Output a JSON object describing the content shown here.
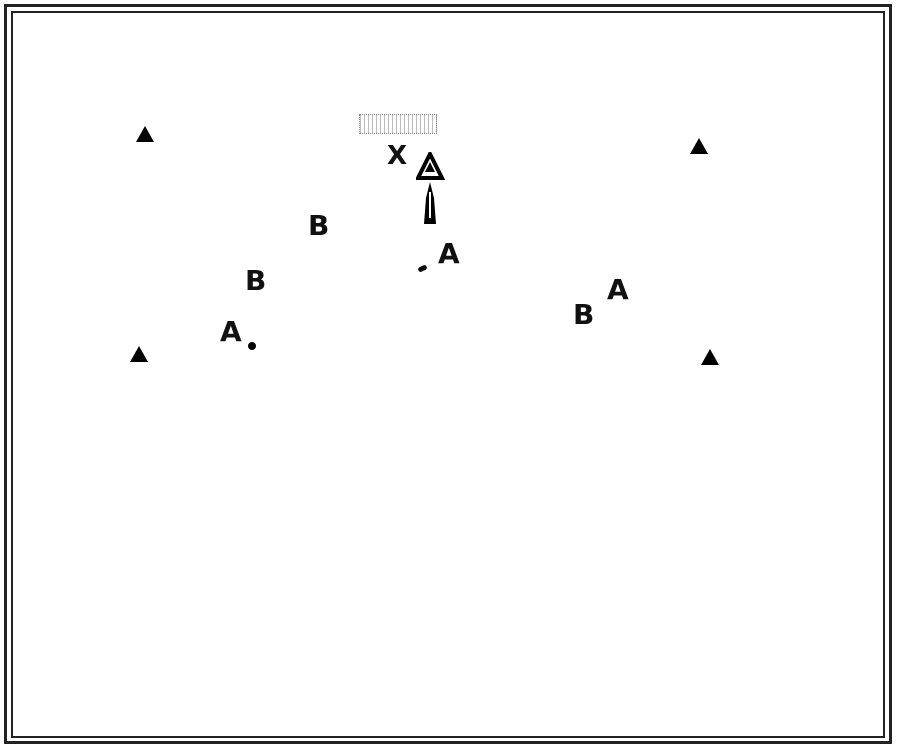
{
  "diagram": {
    "cones": [
      {
        "id": "top-left"
      },
      {
        "id": "top-right"
      },
      {
        "id": "bottom-left"
      },
      {
        "id": "bottom-right"
      }
    ],
    "players": [
      {
        "label": "B"
      },
      {
        "label": "B"
      },
      {
        "label": "A"
      },
      {
        "label": "A"
      },
      {
        "label": "A"
      },
      {
        "label": "B"
      }
    ],
    "coach_marker": "X",
    "start_player_icon": "triangle-player-icon",
    "goal_icon": "mini-goal-icon",
    "ball_icon": "ball-icon"
  }
}
